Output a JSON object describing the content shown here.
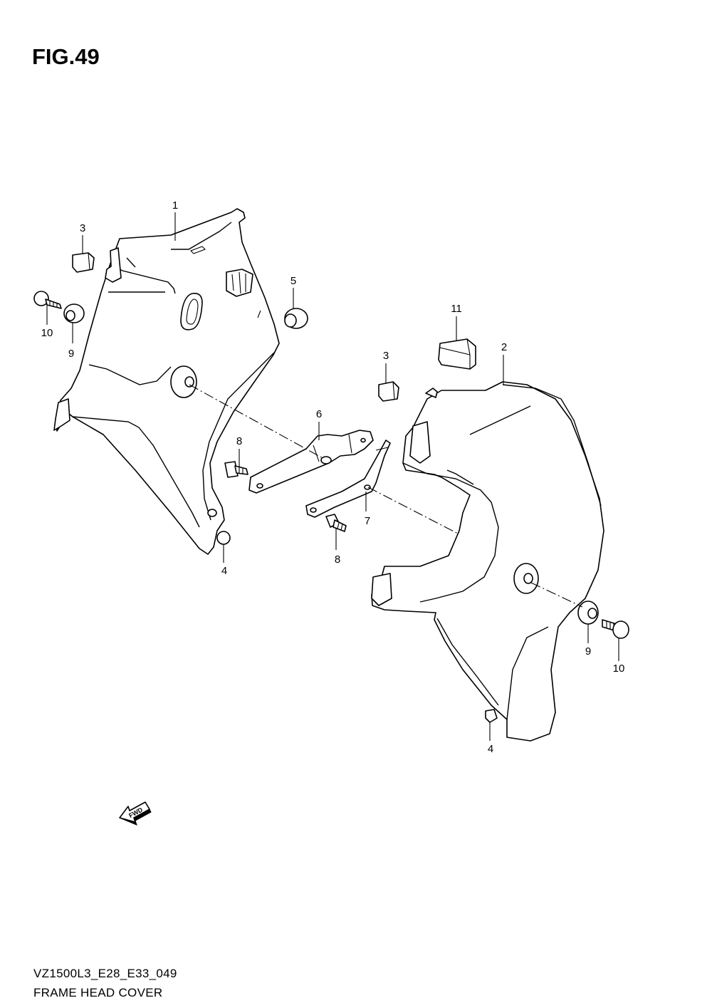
{
  "figure": {
    "title": "FIG.49",
    "code": "VZ1500L3_E28_E33_049",
    "name": "FRAME HEAD COVER"
  },
  "callouts": {
    "c1": "1",
    "c2": "2",
    "c3a": "3",
    "c3b": "3",
    "c4a": "4",
    "c4b": "4",
    "c5": "5",
    "c6": "6",
    "c7": "7",
    "c8a": "8",
    "c8b": "8",
    "c9a": "9",
    "c9b": "9",
    "c10a": "10",
    "c10b": "10",
    "c11": "11"
  },
  "fwd_arrow": {
    "label": "FWD",
    "icon": "fwd-arrow-icon"
  }
}
